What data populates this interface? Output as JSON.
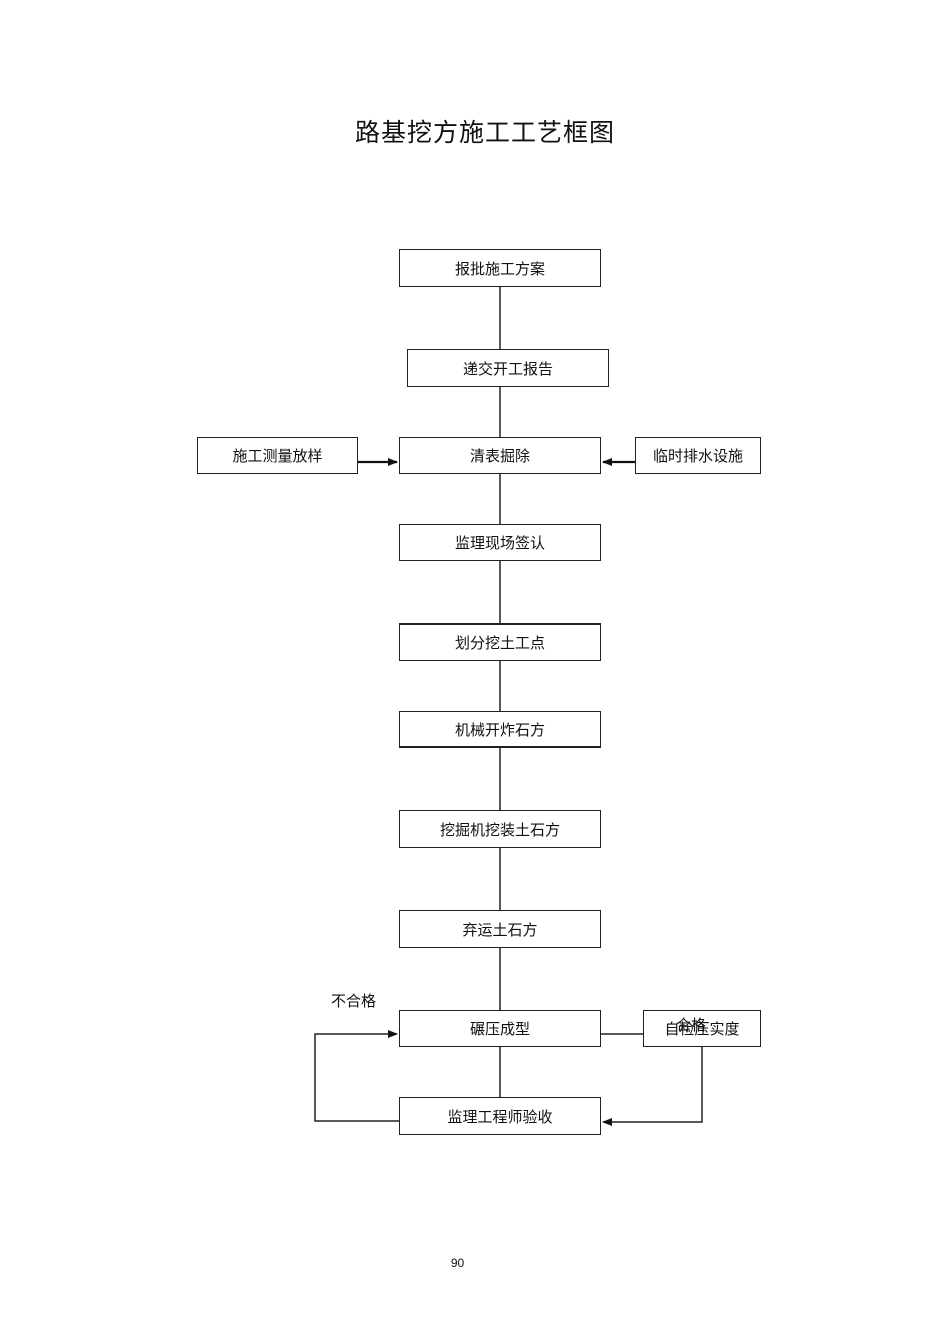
{
  "title": "路基挖方施工工艺框图",
  "steps": {
    "report_plan": "报批施工方案",
    "submit_report": "递交开工报告",
    "clear_surface": "清表掘除",
    "survey_staking": "施工测量放样",
    "temp_drainage": "临时排水设施",
    "supervisor_sign": "监理现场签认",
    "divide_points": "划分挖土工点",
    "blasting": "机械开炸石方",
    "excavate_load": "挖掘机挖装土石方",
    "haul_away": "弃运土石方",
    "compaction": "碾压成型",
    "self_check": "自检压实度",
    "engineer_accept": "监理工程师验收"
  },
  "labels": {
    "unqualified": "不合格",
    "qualified": "合格"
  },
  "page_number": "90"
}
